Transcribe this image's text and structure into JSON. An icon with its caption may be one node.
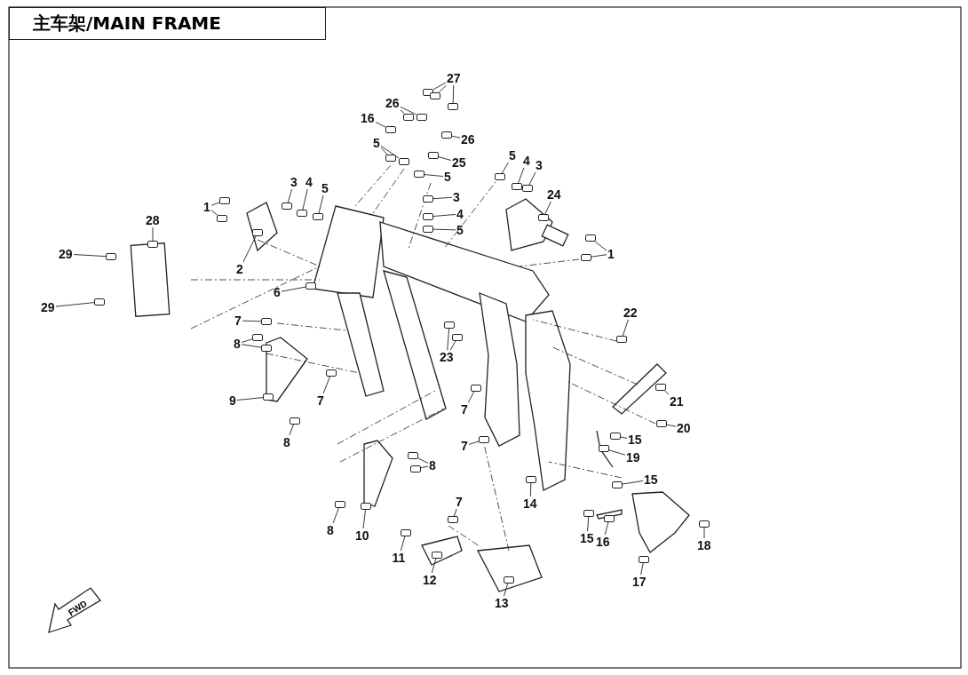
{
  "diagram": {
    "title": "主车架/MAIN FRAME",
    "nodes": [
      {
        "text": [
          "1"
        ]
      },
      {
        "text": [
          "2"
        ]
      },
      {
        "text": [
          "3"
        ]
      },
      {
        "text": [
          "4"
        ]
      },
      {
        "text": [
          "5"
        ]
      },
      {
        "text": [
          "6"
        ]
      },
      {
        "text": [
          "16"
        ]
      },
      {
        "text": [
          "5"
        ]
      },
      {
        "text": [
          "26"
        ]
      },
      {
        "text": [
          "27"
        ]
      },
      {
        "text": [
          "26"
        ]
      },
      {
        "text": [
          "25"
        ]
      },
      {
        "text": [
          "5"
        ]
      },
      {
        "text": [
          "3"
        ]
      },
      {
        "text": [
          "4"
        ]
      },
      {
        "text": [
          "5"
        ]
      },
      {
        "text": [
          "5"
        ]
      },
      {
        "text": [
          "4"
        ]
      },
      {
        "text": [
          "3"
        ]
      },
      {
        "text": [
          "24"
        ]
      },
      {
        "text": [
          "1"
        ]
      },
      {
        "text": [
          "22"
        ]
      },
      {
        "text": [
          "28"
        ]
      },
      {
        "text": [
          "29"
        ]
      },
      {
        "text": [
          "29"
        ]
      },
      {
        "text": [
          "7"
        ]
      },
      {
        "text": [
          "8"
        ]
      },
      {
        "text": [
          "9"
        ]
      },
      {
        "text": [
          "7"
        ]
      },
      {
        "text": [
          "8"
        ]
      },
      {
        "text": [
          "23"
        ]
      },
      {
        "text": [
          "7"
        ]
      },
      {
        "text": [
          "7"
        ]
      },
      {
        "text": [
          "21"
        ]
      },
      {
        "text": [
          "20"
        ]
      },
      {
        "text": [
          "15"
        ]
      },
      {
        "text": [
          "19"
        ]
      },
      {
        "text": [
          "15"
        ]
      },
      {
        "text": [
          "8"
        ]
      },
      {
        "text": [
          "8"
        ]
      },
      {
        "text": [
          "10"
        ]
      },
      {
        "text": [
          "7"
        ]
      },
      {
        "text": [
          "11"
        ]
      },
      {
        "text": [
          "12"
        ]
      },
      {
        "text": [
          "14"
        ]
      },
      {
        "text": [
          "15"
        ]
      },
      {
        "text": [
          "16"
        ]
      },
      {
        "text": [
          "17"
        ]
      },
      {
        "text": [
          "18"
        ]
      },
      {
        "text": [
          "13"
        ]
      },
      {
        "text": [],
        "shape": "box"
      },
      {
        "text": [],
        "shape": "box"
      },
      {
        "text": [],
        "shape": "box"
      },
      {
        "text": [],
        "shape": "box"
      },
      {
        "text": [],
        "shape": "box"
      },
      {
        "text": [],
        "shape": "box"
      },
      {
        "text": [],
        "shape": "box"
      },
      {
        "text": [],
        "shape": "box"
      },
      {
        "text": [],
        "shape": "box"
      },
      {
        "text": [],
        "shape": "box"
      },
      {
        "text": [],
        "shape": "box"
      },
      {
        "text": [],
        "shape": "box"
      },
      {
        "text": [],
        "shape": "box"
      },
      {
        "text": [],
        "shape": "box"
      },
      {
        "text": [],
        "shape": "box"
      },
      {
        "text": [],
        "shape": "box"
      },
      {
        "text": [],
        "shape": "box"
      },
      {
        "text": [],
        "shape": "box"
      },
      {
        "text": [],
        "shape": "box"
      },
      {
        "text": [],
        "shape": "box"
      },
      {
        "text": [],
        "shape": "box"
      },
      {
        "text": [],
        "shape": "box"
      },
      {
        "text": [],
        "shape": "box"
      },
      {
        "text": [],
        "shape": "box"
      },
      {
        "text": [],
        "shape": "box"
      },
      {
        "text": [],
        "shape": "box"
      },
      {
        "text": [],
        "shape": "box"
      },
      {
        "text": [],
        "shape": "box"
      },
      {
        "text": [],
        "shape": "box"
      },
      {
        "text": [],
        "shape": "box"
      },
      {
        "text": [],
        "shape": "box"
      },
      {
        "text": [],
        "shape": "box"
      },
      {
        "text": [],
        "shape": "box"
      },
      {
        "text": [],
        "shape": "box"
      },
      {
        "text": [],
        "shape": "box"
      },
      {
        "text": [],
        "shape": "box"
      },
      {
        "text": [],
        "shape": "box"
      },
      {
        "text": [],
        "shape": "box"
      },
      {
        "text": [],
        "shape": "box"
      },
      {
        "text": [],
        "shape": "box"
      },
      {
        "text": [],
        "shape": "box"
      },
      {
        "text": [],
        "shape": "box"
      },
      {
        "text": [],
        "shape": "box"
      },
      {
        "text": [],
        "shape": "box"
      },
      {
        "text": [],
        "shape": "box"
      },
      {
        "text": [],
        "shape": "box"
      },
      {
        "text": [],
        "shape": "box"
      },
      {
        "text": [],
        "shape": "box"
      },
      {
        "text": [],
        "shape": "box"
      },
      {
        "text": [],
        "shape": "box"
      },
      {
        "text": [],
        "shape": "box"
      },
      {
        "text": [],
        "shape": "box"
      },
      {
        "text": [],
        "shape": "box"
      },
      {
        "text": [],
        "shape": "box"
      },
      {
        "text": [],
        "shape": "box"
      },
      {
        "text": [],
        "shape": "box"
      },
      {
        "text": [],
        "shape": "box"
      },
      {
        "text": [],
        "shape": "box"
      },
      {
        "text": [],
        "shape": "box"
      }
    ],
    "edges": [
      {
        "from": 0,
        "to": 50,
        "arrow": "none"
      },
      {
        "from": 0,
        "to": 51,
        "arrow": "none"
      },
      {
        "from": 1,
        "to": 52,
        "arrow": "none"
      },
      {
        "from": 2,
        "to": 53,
        "arrow": "none"
      },
      {
        "from": 3,
        "to": 54,
        "arrow": "none"
      },
      {
        "from": 4,
        "to": 55,
        "arrow": "none"
      },
      {
        "from": 5,
        "to": 56,
        "arrow": "none"
      },
      {
        "from": 6,
        "to": 57,
        "arrow": "none"
      },
      {
        "from": 7,
        "to": 58,
        "arrow": "none"
      },
      {
        "from": 7,
        "to": 59,
        "arrow": "none"
      },
      {
        "from": 8,
        "to": 60,
        "arrow": "none"
      },
      {
        "from": 8,
        "to": 61,
        "arrow": "none"
      },
      {
        "from": 9,
        "to": 62,
        "arrow": "none"
      },
      {
        "from": 9,
        "to": 63,
        "arrow": "none"
      },
      {
        "from": 9,
        "to": 64,
        "arrow": "none"
      },
      {
        "from": 10,
        "to": 65,
        "arrow": "none"
      },
      {
        "from": 11,
        "to": 66,
        "arrow": "none"
      },
      {
        "from": 12,
        "to": 67,
        "arrow": "none"
      },
      {
        "from": 13,
        "to": 68,
        "arrow": "none"
      },
      {
        "from": 14,
        "to": 69,
        "arrow": "none"
      },
      {
        "from": 15,
        "to": 70,
        "arrow": "none"
      },
      {
        "from": 16,
        "to": 71,
        "arrow": "none"
      },
      {
        "from": 17,
        "to": 72,
        "arrow": "none"
      },
      {
        "from": 18,
        "to": 73,
        "arrow": "none"
      },
      {
        "from": 19,
        "to": 74,
        "arrow": "none"
      },
      {
        "from": 20,
        "to": 75,
        "arrow": "none"
      },
      {
        "from": 20,
        "to": 76,
        "arrow": "none"
      },
      {
        "from": 21,
        "to": 77,
        "arrow": "none"
      },
      {
        "from": 22,
        "to": 78,
        "arrow": "none"
      },
      {
        "from": 23,
        "to": 79,
        "arrow": "none"
      },
      {
        "from": 24,
        "to": 80,
        "arrow": "none"
      },
      {
        "from": 25,
        "to": 81,
        "arrow": "none"
      },
      {
        "from": 26,
        "to": 82,
        "arrow": "none"
      },
      {
        "from": 26,
        "to": 83,
        "arrow": "none"
      },
      {
        "from": 27,
        "to": 84,
        "arrow": "none"
      },
      {
        "from": 28,
        "to": 85,
        "arrow": "none"
      },
      {
        "from": 29,
        "to": 86,
        "arrow": "none"
      },
      {
        "from": 30,
        "to": 87,
        "arrow": "none"
      },
      {
        "from": 30,
        "to": 88,
        "arrow": "none"
      },
      {
        "from": 31,
        "to": 89,
        "arrow": "none"
      },
      {
        "from": 32,
        "to": 90,
        "arrow": "none"
      },
      {
        "from": 33,
        "to": 91,
        "arrow": "none"
      },
      {
        "from": 34,
        "to": 92,
        "arrow": "none"
      },
      {
        "from": 35,
        "to": 93,
        "arrow": "none"
      },
      {
        "from": 36,
        "to": 94,
        "arrow": "none"
      },
      {
        "from": 37,
        "to": 95,
        "arrow": "none"
      },
      {
        "from": 38,
        "to": 96,
        "arrow": "none"
      },
      {
        "from": 38,
        "to": 97,
        "arrow": "none"
      },
      {
        "from": 39,
        "to": 98,
        "arrow": "none"
      },
      {
        "from": 40,
        "to": 99,
        "arrow": "none"
      },
      {
        "from": 41,
        "to": 100,
        "arrow": "none"
      },
      {
        "from": 42,
        "to": 101,
        "arrow": "none"
      },
      {
        "from": 43,
        "to": 102,
        "arrow": "none"
      },
      {
        "from": 44,
        "to": 103,
        "arrow": "none"
      },
      {
        "from": 45,
        "to": 104,
        "arrow": "none"
      },
      {
        "from": 46,
        "to": 105,
        "arrow": "none"
      },
      {
        "from": 47,
        "to": 106,
        "arrow": "none"
      },
      {
        "from": 48,
        "to": 107,
        "arrow": "none"
      },
      {
        "from": 49,
        "to": 108,
        "arrow": "none"
      }
    ],
    "labels": [
      "FWD"
    ]
  }
}
